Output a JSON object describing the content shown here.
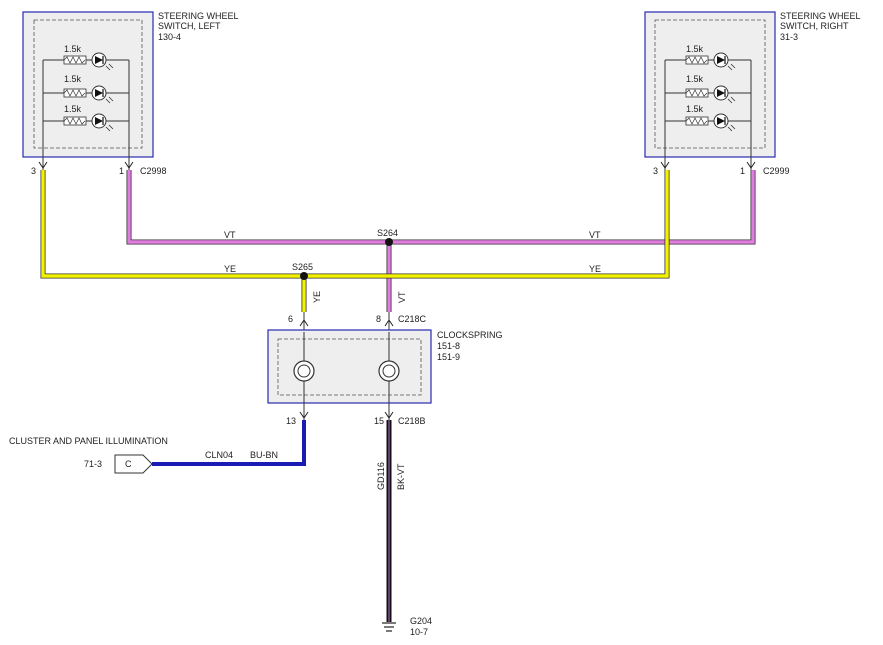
{
  "components": {
    "sw_left": {
      "title_line1": "STEERING WHEEL",
      "title_line2": "SWITCH, LEFT",
      "ref": "130-4"
    },
    "sw_right": {
      "title_line1": "STEERING WHEEL",
      "title_line2": "SWITCH, RIGHT",
      "ref": "31-3"
    },
    "clockspring": {
      "title": "CLOCKSPRING",
      "ref1": "151-8",
      "ref2": "151-9"
    },
    "cluster": {
      "label": "CLUSTER AND PANEL ILLUMINATION",
      "ref": "71-3",
      "connector_letter": "C"
    },
    "ground": {
      "name": "G204",
      "ref": "10-7"
    }
  },
  "resistor_value": "1.5k",
  "connectors": {
    "c2998": {
      "name": "C2998",
      "pin_a": "3",
      "pin_b": "1"
    },
    "c2999": {
      "name": "C2999",
      "pin_a": "3",
      "pin_b": "1"
    },
    "c218c": {
      "name": "C218C",
      "pin_a": "6",
      "pin_b": "8"
    },
    "c218b": {
      "name": "C218B",
      "pin_a": "13",
      "pin_b": "15"
    }
  },
  "splices": {
    "s264": "S264",
    "s265": "S265"
  },
  "wires": {
    "vt_left": "VT",
    "vt_right": "VT",
    "vt_vertical": "VT",
    "ye_left": "YE",
    "ye_right": "YE",
    "ye_vertical": "YE",
    "cln04_circuit": "CLN04",
    "cln04_color": "BU-BN",
    "gd116_circuit": "GD116",
    "gd116_color": "BK-VT"
  },
  "colors": {
    "violet": "#e07ee0",
    "yellow": "#f2f200",
    "blue": "#1a1ab4",
    "black": "#111111",
    "box_border": "#2a2ab0"
  }
}
